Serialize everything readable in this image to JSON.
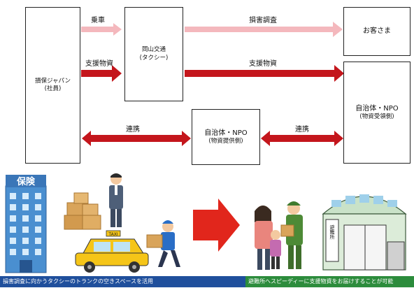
{
  "nodes": {
    "sompo": {
      "line1": "損保ジャパン",
      "line2": "(社員)"
    },
    "okayama": {
      "line1": "岡山交通",
      "line2": "(タクシー)"
    },
    "customer": {
      "line1": "お客さま"
    },
    "local_receive": {
      "line1": "自治体・NPO",
      "line2": "(物資受領側)"
    },
    "local_provide": {
      "line1": "自治体・NPO",
      "line2": "(物資提供側)"
    }
  },
  "arrows": {
    "ride": "乗車",
    "support_supplies_1": "支援物資",
    "damage_survey": "損害調査",
    "support_supplies_2": "支援物資",
    "cooperation_1": "連携",
    "cooperation_2": "連携"
  },
  "illustration": {
    "building_sign": "保険",
    "taxi_sign": "TAXI",
    "shelter_sign": "避難所"
  },
  "banners": {
    "left": "損害調査に向かうタクシーのトランクの空きスペースを活用",
    "right": "避難所へスピーディーに支援物資をお届けすることが可能"
  },
  "colors": {
    "light_arrow": "#f4b8bd",
    "dark_arrow": "#c4161c",
    "banner_left": "#1f4f9c",
    "banner_right": "#2c8c3c"
  }
}
